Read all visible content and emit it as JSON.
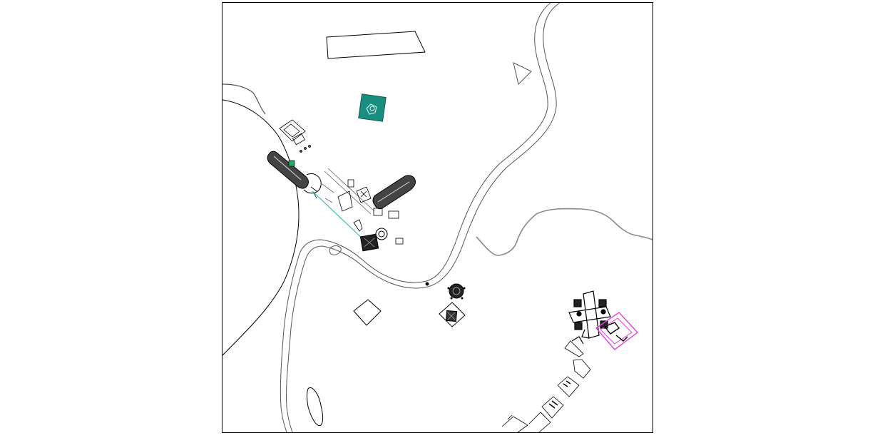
{
  "drawing": {
    "background_color": "#ffffff",
    "line_color": "#000000",
    "road_color": "#555555",
    "contour_color": "#8a8a8a",
    "accent_teal": "#1a8f80",
    "accent_cyan": "#1fb6b0",
    "accent_magenta": "#e040e0"
  },
  "layers": [
    {
      "name": "frame",
      "visible": true
    },
    {
      "name": "river-and-roads",
      "visible": true
    },
    {
      "name": "buildings",
      "visible": true
    },
    {
      "name": "site-plan-details",
      "visible": true
    }
  ]
}
